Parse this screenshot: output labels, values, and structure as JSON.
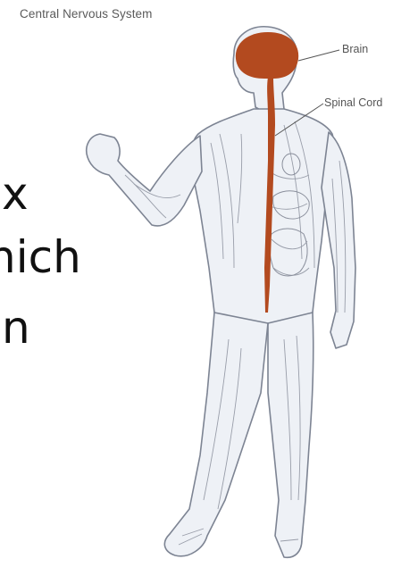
{
  "diagram": {
    "title": "Central Nervous System",
    "labels": {
      "brain": "Brain",
      "spinal_cord": "Spinal Cord"
    },
    "background_text": [
      "x",
      "hich",
      "n"
    ],
    "colors": {
      "nervous_system": "#b34a1f",
      "outline": "#8a8f9c",
      "body_fill": "#eef1f6"
    }
  }
}
